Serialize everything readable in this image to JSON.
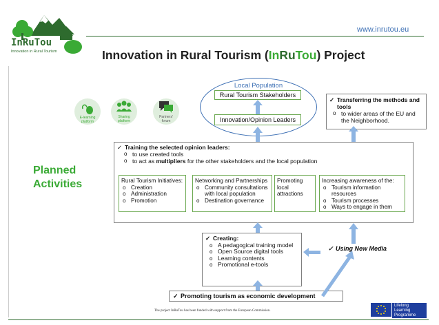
{
  "header": {
    "logo_text": "InRuTou",
    "logo_subtitle": "Innovation in Rural Tourism",
    "url": "www.inrutou.eu",
    "title_prefix": "Innovation in Rural Tourism (",
    "title_in": "In",
    "title_ru": "Ru",
    "title_tou": "Tou",
    "title_suffix": ") Project"
  },
  "platforms": [
    {
      "label": "E-learning platform",
      "icon": "mouse-icon"
    },
    {
      "label": "Sharing platform",
      "icon": "people-icon"
    },
    {
      "label": "Partners' forum",
      "icon": "chat-bubbles-icon"
    }
  ],
  "planned_label": "Planned Activities",
  "local_population": {
    "title": "Local Population",
    "stakeholders": "Rural Tourism Stakeholders",
    "leaders": "Innovation/Opinion Leaders"
  },
  "transferring": {
    "title": "Transferring the methods and tools",
    "item": "to wider areas of the EU and the Neighborhood."
  },
  "training": {
    "title": "Training the selected opinion leaders",
    "items": [
      "to use created tools",
      "to act as ",
      "multipliers",
      " for the other stakeholders and the local population"
    ]
  },
  "initiatives": {
    "title": "Rural Tourism Initiatives:",
    "items": [
      "Creation",
      "Administration",
      "Promotion"
    ]
  },
  "networking": {
    "title": "Networking and Partnerships",
    "items": [
      "Community consultations with local population",
      "Destination governance"
    ]
  },
  "promoting_local": "Promoting local attractions",
  "awareness": {
    "title": "Increasing awareness of the:",
    "items": [
      "Tourism information resources",
      "Tourism processes",
      "Ways to engage in them"
    ]
  },
  "creating": {
    "title": "Creating:",
    "items": [
      "A pedagogical training model",
      "Open Source digital tools",
      "Learning contents",
      "Promotional e-tools"
    ]
  },
  "new_media": "Using New Media",
  "promoting_economic": "Promoting tourism as economic development",
  "footer": {
    "funding": "The project InRuTou has been funded with support from the European Commission.",
    "llp": [
      "Lifelong",
      "Learning",
      "Programme"
    ]
  },
  "colors": {
    "green": "#3aaa35",
    "blue": "#3c6fb4",
    "arrow": "#8db4e2"
  }
}
